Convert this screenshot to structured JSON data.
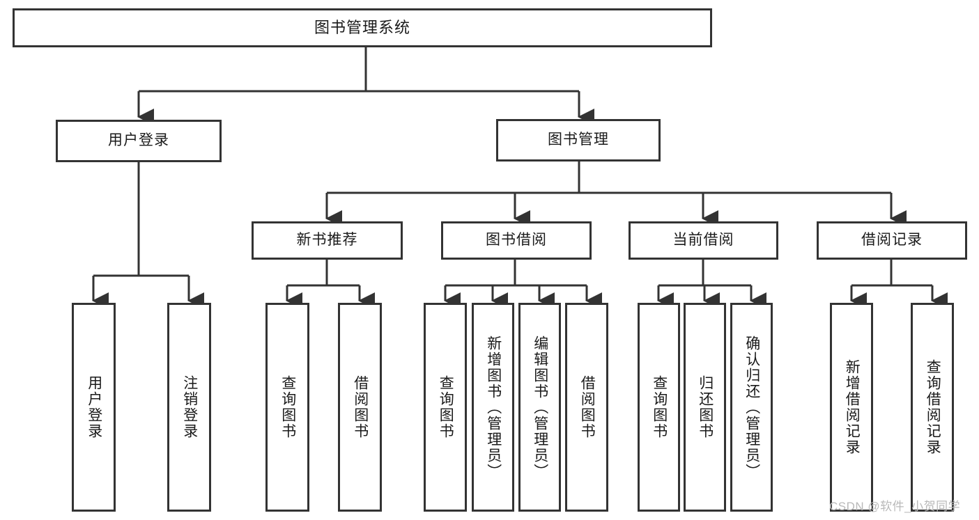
{
  "diagram": {
    "title": "图书管理系统",
    "type": "tree",
    "stroke_color": "#333333",
    "fill_color": "#ffffff",
    "text_color": "#1a1a1a",
    "watermark": "CSDN @软件_小贺同学",
    "levels": {
      "root": "图书管理系统",
      "level2": [
        "用户登录",
        "图书管理"
      ],
      "level3": [
        "新书推荐",
        "图书借阅",
        "当前借阅",
        "借阅记录"
      ]
    },
    "nodes": {
      "root": {
        "label": "图书管理系统"
      },
      "user_login": {
        "label": "用户登录"
      },
      "book_manage": {
        "label": "图书管理"
      },
      "new_book_rec": {
        "label": "新书推荐"
      },
      "book_borrow": {
        "label": "图书借阅"
      },
      "current_borrow": {
        "label": "当前借阅"
      },
      "borrow_record": {
        "label": "借阅记录"
      },
      "leaf_user_login": {
        "label": "用户登录"
      },
      "leaf_logout": {
        "label": "注销登录"
      },
      "leaf_query_book_1": {
        "label": "查询图书"
      },
      "leaf_borrow_book_1": {
        "label": "借阅图书"
      },
      "leaf_query_book_2": {
        "label": "查询图书"
      },
      "leaf_add_book": {
        "label": "新增图书（管理员）"
      },
      "leaf_edit_book": {
        "label": "编辑图书（管理员）"
      },
      "leaf_borrow_book_2": {
        "label": "借阅图书"
      },
      "leaf_query_book_3": {
        "label": "查询图书"
      },
      "leaf_return_book": {
        "label": "归还图书"
      },
      "leaf_confirm_return": {
        "label": "确认归还（管理员）"
      },
      "leaf_add_record": {
        "label": "新增借阅记录"
      },
      "leaf_query_record": {
        "label": "查询借阅记录"
      }
    },
    "edges": [
      {
        "from": "root",
        "to": "user_login"
      },
      {
        "from": "root",
        "to": "book_manage"
      },
      {
        "from": "user_login",
        "to": "leaf_user_login"
      },
      {
        "from": "user_login",
        "to": "leaf_logout"
      },
      {
        "from": "book_manage",
        "to": "new_book_rec"
      },
      {
        "from": "book_manage",
        "to": "book_borrow"
      },
      {
        "from": "book_manage",
        "to": "current_borrow"
      },
      {
        "from": "book_manage",
        "to": "borrow_record"
      },
      {
        "from": "new_book_rec",
        "to": "leaf_query_book_1"
      },
      {
        "from": "new_book_rec",
        "to": "leaf_borrow_book_1"
      },
      {
        "from": "book_borrow",
        "to": "leaf_query_book_2"
      },
      {
        "from": "book_borrow",
        "to": "leaf_add_book"
      },
      {
        "from": "book_borrow",
        "to": "leaf_edit_book"
      },
      {
        "from": "book_borrow",
        "to": "leaf_borrow_book_2"
      },
      {
        "from": "current_borrow",
        "to": "leaf_query_book_3"
      },
      {
        "from": "current_borrow",
        "to": "leaf_return_book"
      },
      {
        "from": "current_borrow",
        "to": "leaf_confirm_return"
      },
      {
        "from": "borrow_record",
        "to": "leaf_add_record"
      },
      {
        "from": "borrow_record",
        "to": "leaf_query_record"
      }
    ]
  }
}
